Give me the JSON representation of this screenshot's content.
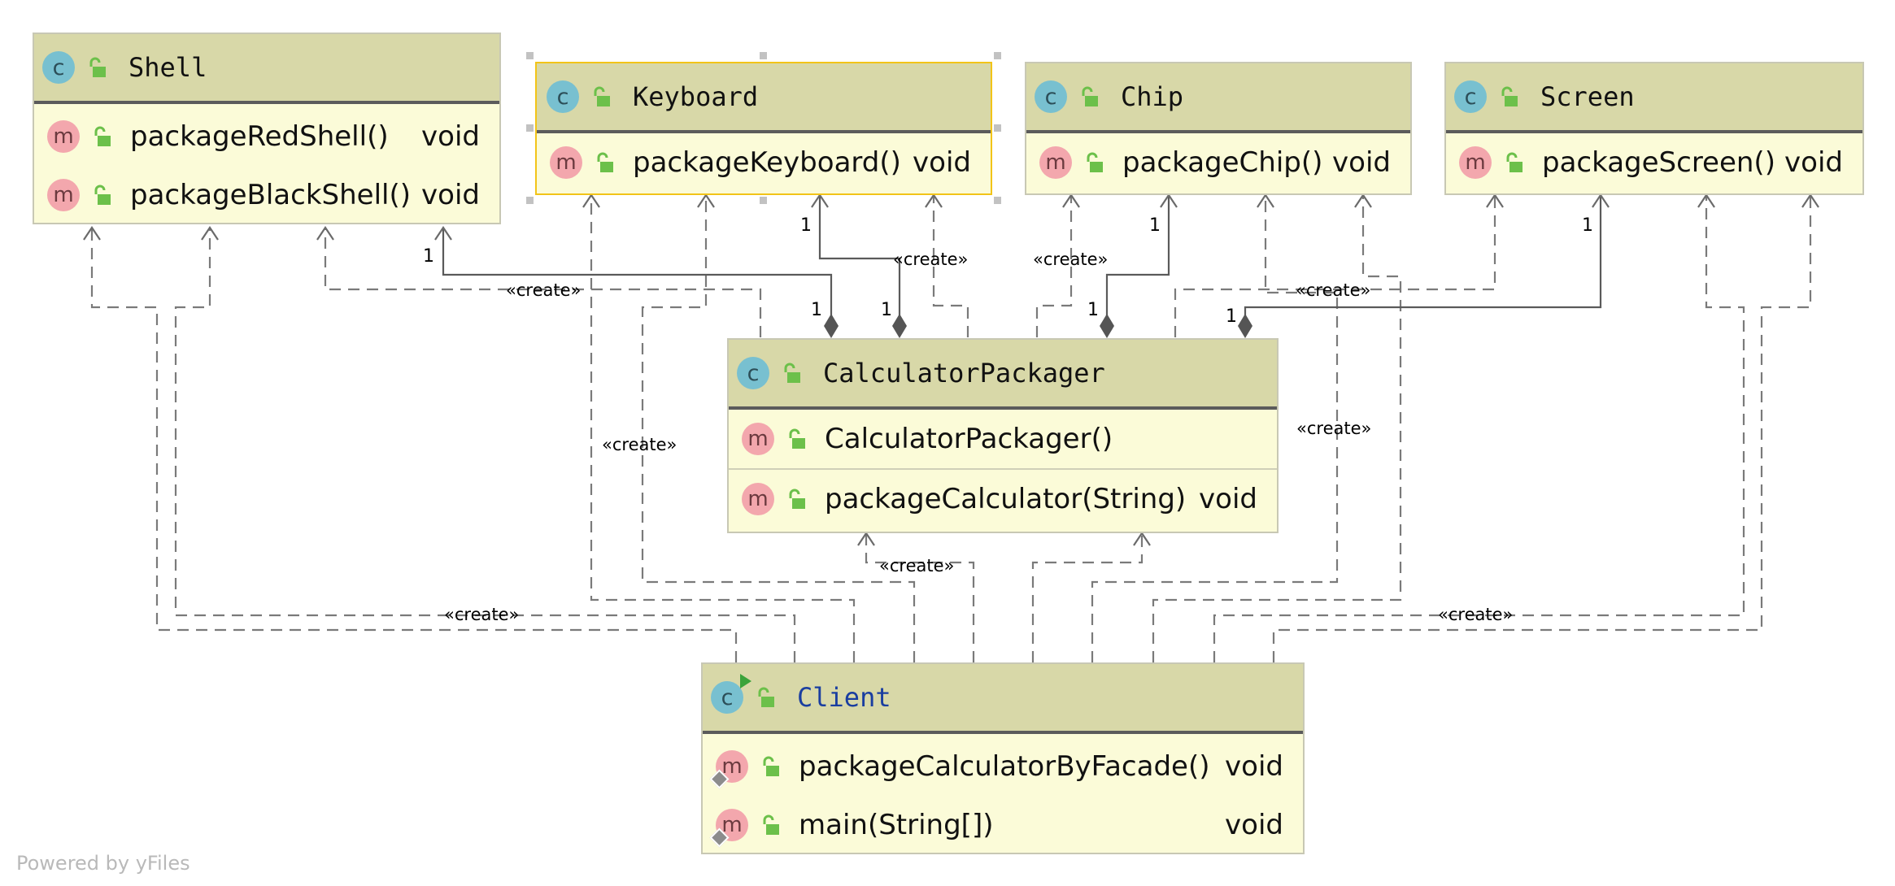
{
  "diagram": {
    "classes": {
      "shell": {
        "name": "Shell",
        "methods": [
          {
            "name": "packageRedShell()",
            "type": "void"
          },
          {
            "name": "packageBlackShell()",
            "type": "void"
          }
        ]
      },
      "keyboard": {
        "name": "Keyboard",
        "methods": [
          {
            "name": "packageKeyboard()",
            "type": "void"
          }
        ]
      },
      "chip": {
        "name": "Chip",
        "methods": [
          {
            "name": "packageChip()",
            "type": "void"
          }
        ]
      },
      "screen": {
        "name": "Screen",
        "methods": [
          {
            "name": "packageScreen()",
            "type": "void"
          }
        ]
      },
      "calculator_packager": {
        "name": "CalculatorPackager",
        "constructors": [
          {
            "name": "CalculatorPackager()"
          }
        ],
        "methods": [
          {
            "name": "packageCalculator(String)",
            "type": "void"
          }
        ]
      },
      "client": {
        "name": "Client",
        "methods": [
          {
            "name": "packageCalculatorByFacade()",
            "type": "void"
          },
          {
            "name": "main(String[])",
            "type": "void"
          }
        ]
      }
    },
    "badges": {
      "class": "c",
      "method": "m"
    },
    "edge_label": "«create»",
    "multiplicity": "1",
    "footer": "Powered by yFiles"
  },
  "colors": {
    "class_body": "#fbfbd8",
    "class_header": "#d8d8a8",
    "class_badge": "#78c0d0",
    "method_badge": "#f3a7ad",
    "visibility_public": "#6cc04a",
    "selection": "#f2c418"
  },
  "icons": {
    "class": "class-c-icon",
    "method": "method-m-icon",
    "visibility": "public-lock-icon",
    "run": "run-triangle-icon",
    "static": "static-diamond-icon"
  }
}
